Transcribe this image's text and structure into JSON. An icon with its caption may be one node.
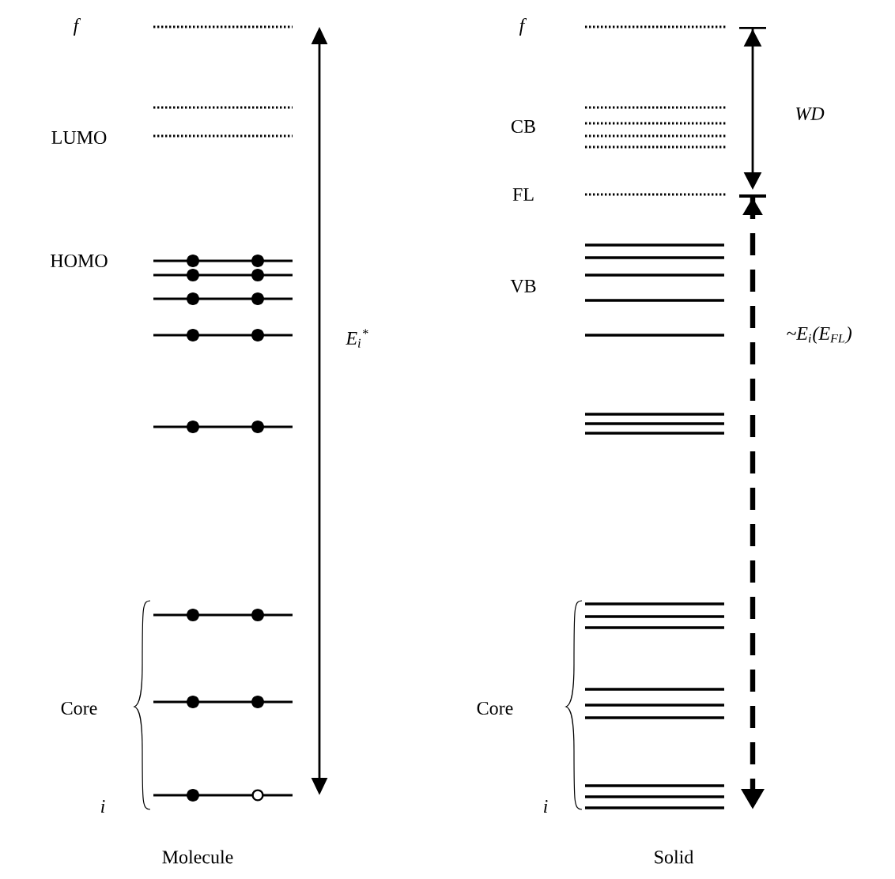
{
  "diagram": {
    "labels": [
      "f",
      "LUMO",
      "HOMO",
      "E$_{i}$$^{*}$",
      "Core",
      "i",
      "Molecule",
      "f",
      "CB",
      "WD",
      "FL",
      "VB",
      "~E$_{i}$(E$_{FL}$)",
      "Core",
      "i",
      "Solid"
    ]
  }
}
